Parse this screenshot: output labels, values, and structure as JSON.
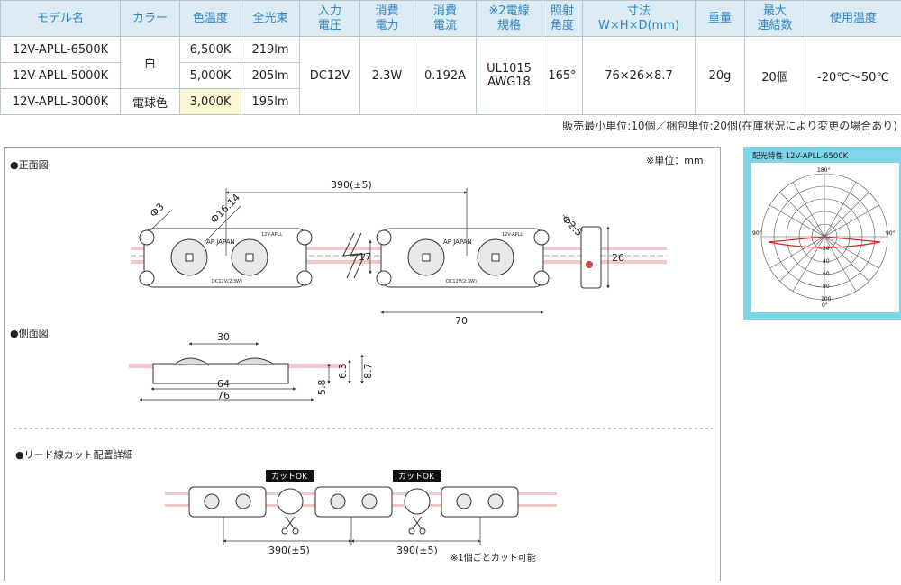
{
  "table": {
    "headers": [
      {
        "l1": "モデル名",
        "l2": ""
      },
      {
        "l1": "カラー",
        "l2": ""
      },
      {
        "l1": "色温度",
        "l2": ""
      },
      {
        "l1": "全光束",
        "l2": ""
      },
      {
        "l1": "入力",
        "l2": "電圧"
      },
      {
        "l1": "消費",
        "l2": "電力"
      },
      {
        "l1": "消費",
        "l2": "電流"
      },
      {
        "l1": "※2電線",
        "l2": "規格"
      },
      {
        "l1": "照射",
        "l2": "角度"
      },
      {
        "l1": "寸法",
        "l2": "W×H×D(mm)"
      },
      {
        "l1": "重量",
        "l2": ""
      },
      {
        "l1": "最大",
        "l2": "連結数"
      },
      {
        "l1": "使用温度",
        "l2": ""
      }
    ],
    "rows": [
      {
        "model": "12V-APLL-6500K",
        "temp": "6,500K",
        "lumen": "219lm"
      },
      {
        "model": "12V-APLL-5000K",
        "temp": "5,000K",
        "lumen": "205lm"
      },
      {
        "model": "12V-APLL-3000K",
        "temp": "3,000K",
        "lumen": "195lm"
      }
    ],
    "color_white": "白",
    "color_bulb": "電球色",
    "voltage": "DC12V",
    "power": "2.3W",
    "current": "0.192A",
    "wire_l1": "UL1015",
    "wire_l2": "AWG18",
    "angle": "165°",
    "dims": "76×26×8.7",
    "weight": "20g",
    "max_link": "20個",
    "op_temp": "-20℃〜50℃"
  },
  "sales_note": "販売最小単位:10個／梱包単位:20個(在庫状況により変更の場合あり)",
  "drawing": {
    "unit": "※単位：mm",
    "front_title": "●正面図",
    "side_title": "●側面図",
    "cut_title": "●リード線カット配置詳細",
    "pitch": "390(±5)",
    "d3": "Ф3",
    "d16": "Ф16.14",
    "d25": "Ф2.5",
    "w70": "70",
    "h26": "26",
    "h17": "17",
    "w30": "30",
    "w64": "64",
    "w76": "76",
    "h58": "5.8",
    "h63": "6.3",
    "h87": "8.7",
    "module_label": "12V-APLL",
    "brand": "AP JAPAN",
    "rating": "DC12V(2.3W)",
    "cut_ok": "カットOK",
    "cut_note": "※1個ごとカット可能"
  },
  "polar": {
    "title": "配光特性 12V-APLL-6500K",
    "labels": {
      "top": "180°",
      "left": "90°",
      "right": "90°",
      "bottom": "0°"
    },
    "radial": [
      "20",
      "40",
      "60",
      "80",
      "100"
    ]
  },
  "colors": {
    "header_bg": "#dcebf3",
    "header_text": "#2f87c4",
    "highlight": "#fbf8d3",
    "panel": "#7fd6e8",
    "curve": "#d22"
  }
}
